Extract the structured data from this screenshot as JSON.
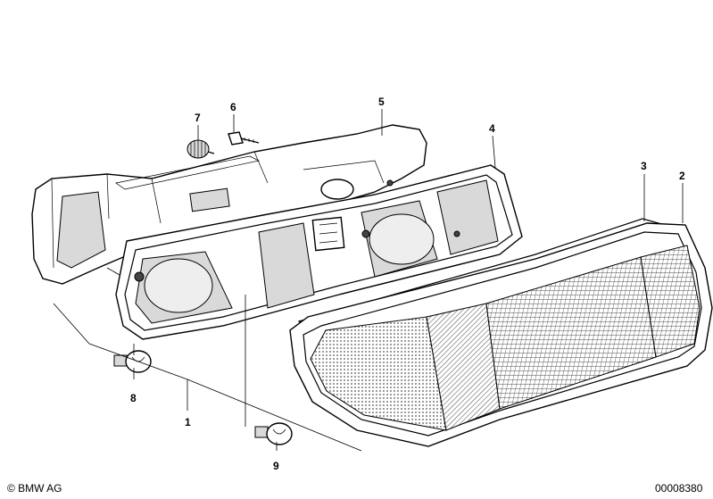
{
  "callouts": [
    {
      "id": "1",
      "label": "1"
    },
    {
      "id": "2",
      "label": "2"
    },
    {
      "id": "3",
      "label": "3"
    },
    {
      "id": "4",
      "label": "4"
    },
    {
      "id": "5",
      "label": "5"
    },
    {
      "id": "6",
      "label": "6"
    },
    {
      "id": "7",
      "label": "7"
    },
    {
      "id": "8",
      "label": "8"
    },
    {
      "id": "9",
      "label": "9"
    }
  ],
  "footer": {
    "copyright": "© BMW AG",
    "diagram_number": "00008380"
  }
}
